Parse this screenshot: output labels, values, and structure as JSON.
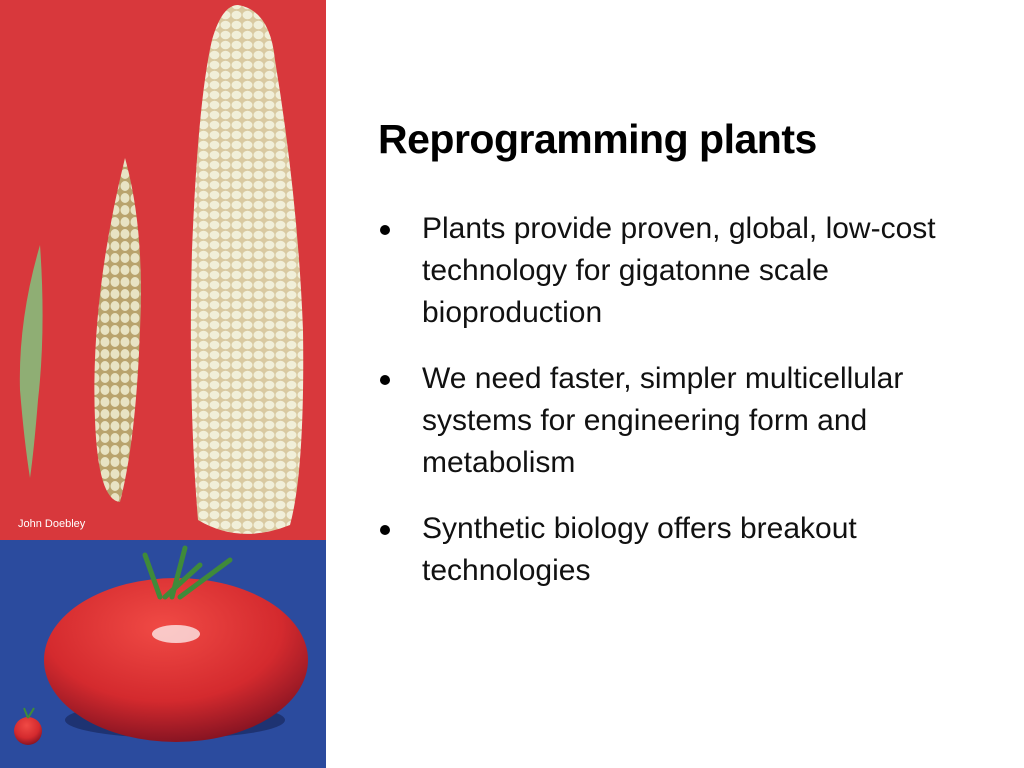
{
  "slide": {
    "title": "Reprogramming plants",
    "bullets": [
      "Plants provide proven, global, low-cost technology for gigatonne scale bioproduction",
      "We need faster, simpler multicellular systems for engineering form and metabolism",
      "Synthetic biology offers breakout technologies"
    ],
    "photo_credit": "John Doebley"
  },
  "colors": {
    "red_bg": "#d8383c",
    "blue_bg": "#2b4b9e"
  }
}
